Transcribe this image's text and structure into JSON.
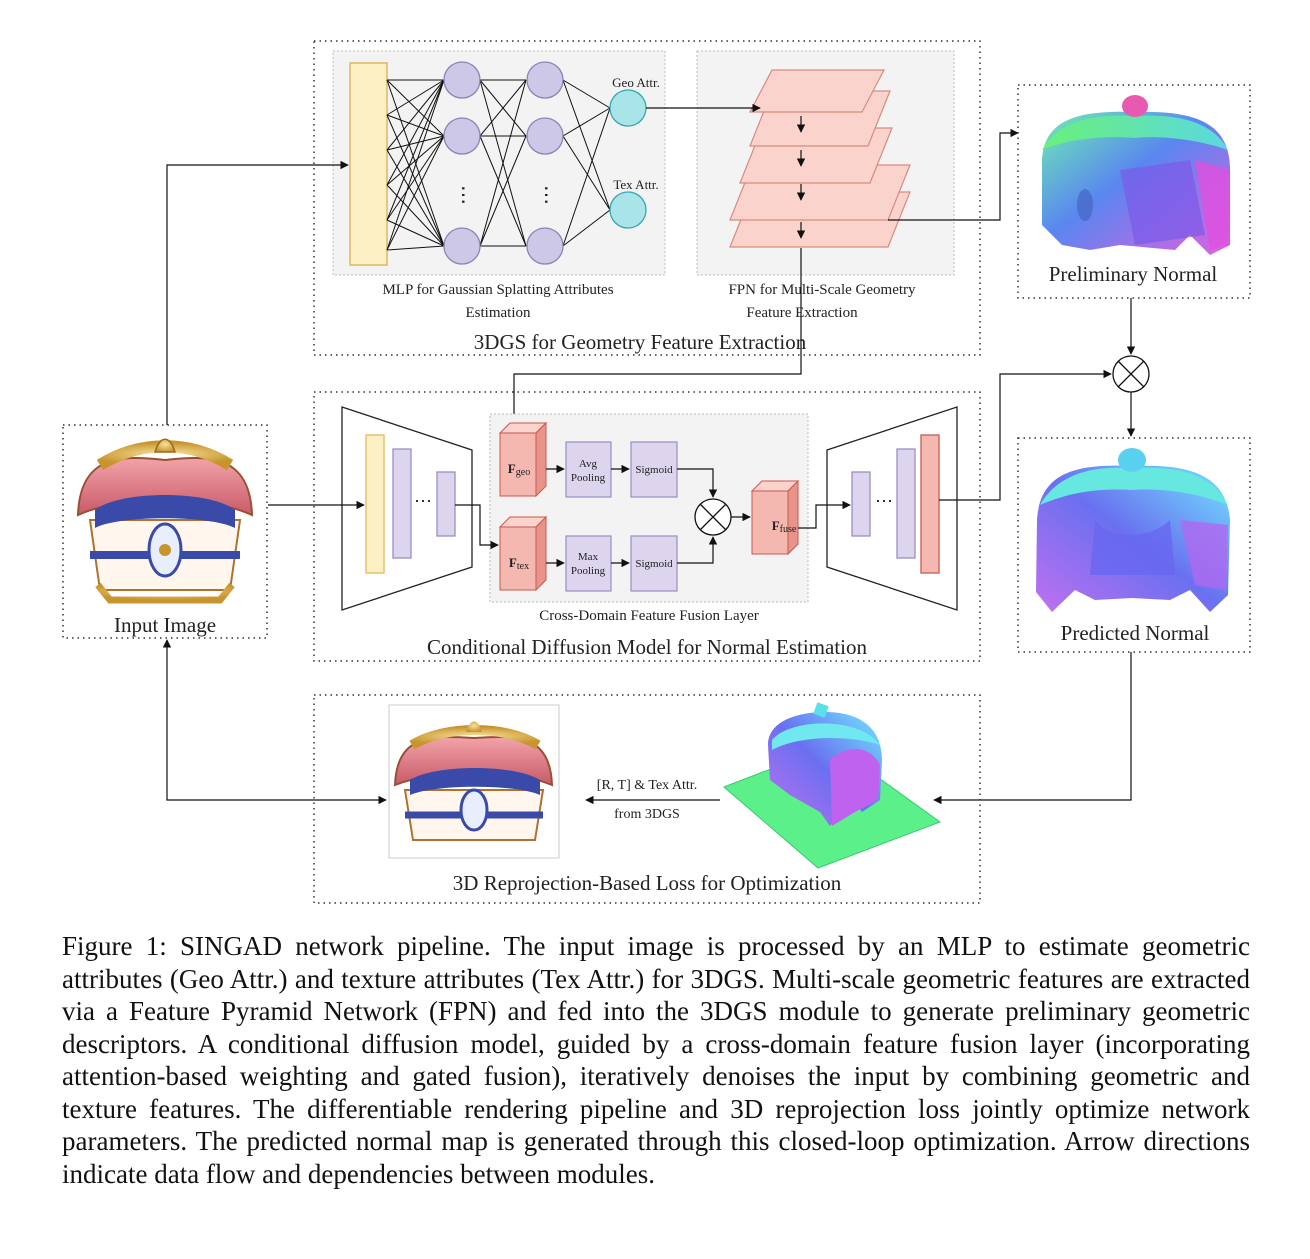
{
  "diagram": {
    "modules": {
      "geometry": "3DGS for Geometry Feature Extraction",
      "diffusion": "Conditional Diffusion Model for Normal Estimation",
      "loss": "3D Reprojection-Based Loss for Optimization"
    },
    "mlp": {
      "label_line1": "MLP for Gaussian Splatting Attributes",
      "label_line2": "Estimation",
      "geo_attr": "Geo Attr.",
      "tex_attr": "Tex Attr."
    },
    "fpn": {
      "label_line1": "FPN for Multi-Scale Geometry",
      "label_line2": "Feature Extraction"
    },
    "fusion": {
      "label": "Cross-Domain Feature Fusion Layer",
      "f_geo": {
        "main": "F",
        "sub": "geo"
      },
      "f_tex": {
        "main": "F",
        "sub": "tex"
      },
      "f_fuse": {
        "main": "F",
        "sub": "fuse"
      },
      "avg_pooling": [
        "Avg",
        "Pooling"
      ],
      "max_pooling": [
        "Max",
        "Pooling"
      ],
      "sigmoid": "Sigmoid"
    },
    "nodes": {
      "input_image": "Input Image",
      "preliminary_normal": "Preliminary Normal",
      "predicted_normal": "Predicted Normal"
    },
    "loss_arrow": {
      "line1": "[R, T] & Tex Attr.",
      "line2": "from 3DGS"
    },
    "ellipsis": "⋯"
  },
  "caption": "Figure 1: SINGAD network pipeline. The input image is processed by an MLP to estimate geometric attributes (Geo Attr.) and texture attributes (Tex Attr.) for 3DGS. Multi-scale geometric features are extracted via a Feature Pyramid Network (FPN) and fed into the 3DGS module to generate preliminary geometric descriptors. A conditional diffusion model, guided by a cross-domain feature fusion layer (incorporating attention-based weighting and gated fusion), iteratively denoises the input by combining geometric and texture features. The differentiable rendering pipeline and 3D reprojection loss jointly optimize network parameters. The predicted normal map is generated through this closed-loop optimization. Arrow directions indicate data flow and dependencies between modules.",
  "colors": {
    "yellow_fill": "#fdf0c4",
    "yellow_stroke": "#e0b860",
    "node_fill": "#cdc8e8",
    "node_stroke": "#8a84b8",
    "out_fill": "#a8e4e8",
    "out_stroke": "#3aa6b0",
    "pink_fill": "#f9d3cc",
    "pink_stroke": "#d98a80",
    "purple_fill": "#ddd5ee",
    "purple_stroke": "#9b8ec4",
    "red_fill": "#f4b8b0",
    "red_stroke": "#c85a50",
    "panel_fill": "#f2f2f2"
  }
}
